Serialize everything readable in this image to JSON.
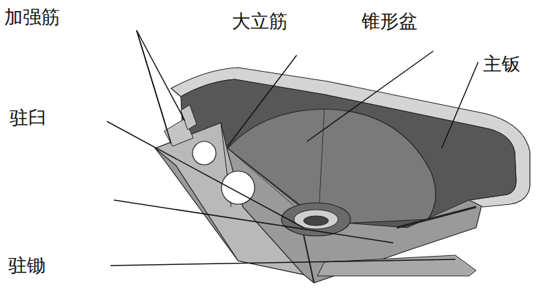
{
  "diagram": {
    "labels": [
      "加强筋",
      "大立筋",
      "锥形盆",
      "主钣",
      "驻臼",
      "驻锄"
    ]
  }
}
